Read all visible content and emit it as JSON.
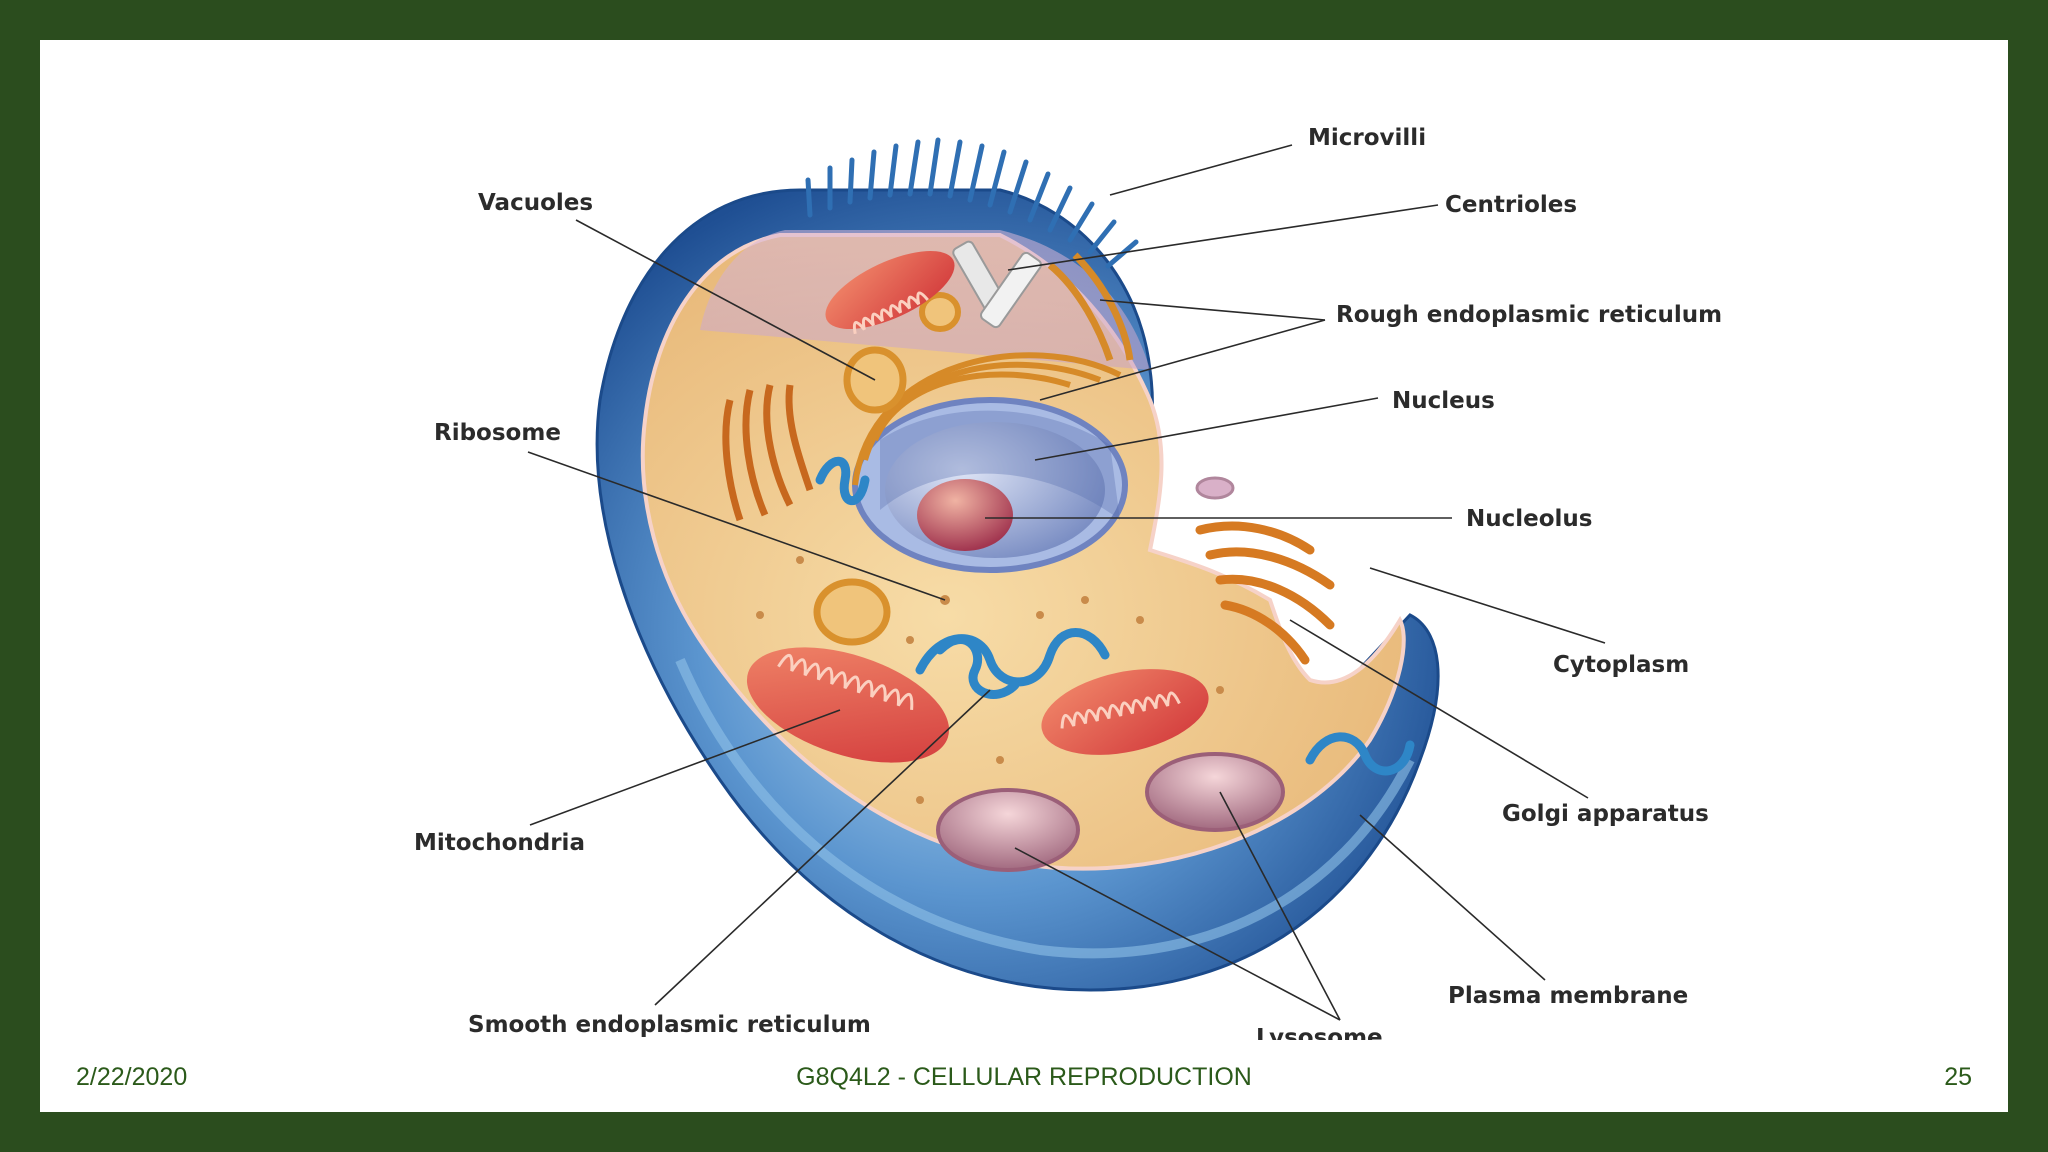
{
  "labels": {
    "microvilli": "Microvilli",
    "vacuoles": "Vacuoles",
    "centrioles": "Centrioles",
    "rough_er": "Rough endoplasmic reticulum",
    "ribosome": "Ribosome",
    "nucleus": "Nucleus",
    "nucleolus": "Nucleolus",
    "cytoplasm": "Cytoplasm",
    "mitochondria": "Mitochondria",
    "golgi": "Golgi apparatus",
    "plasma_membrane": "Plasma membrane",
    "smooth_er": "Smooth endoplasmic reticulum",
    "lysosome": "Lysosome"
  },
  "footer": {
    "date": "2/22/2020",
    "title": "G8Q4L2 - CELLULAR REPRODUCTION",
    "page": "25"
  },
  "colors": {
    "frame": "#2b4d1e",
    "membrane": "#3a72b4",
    "cytoplasm": "#f1c98a",
    "footer_text": "#2b5a1a"
  }
}
